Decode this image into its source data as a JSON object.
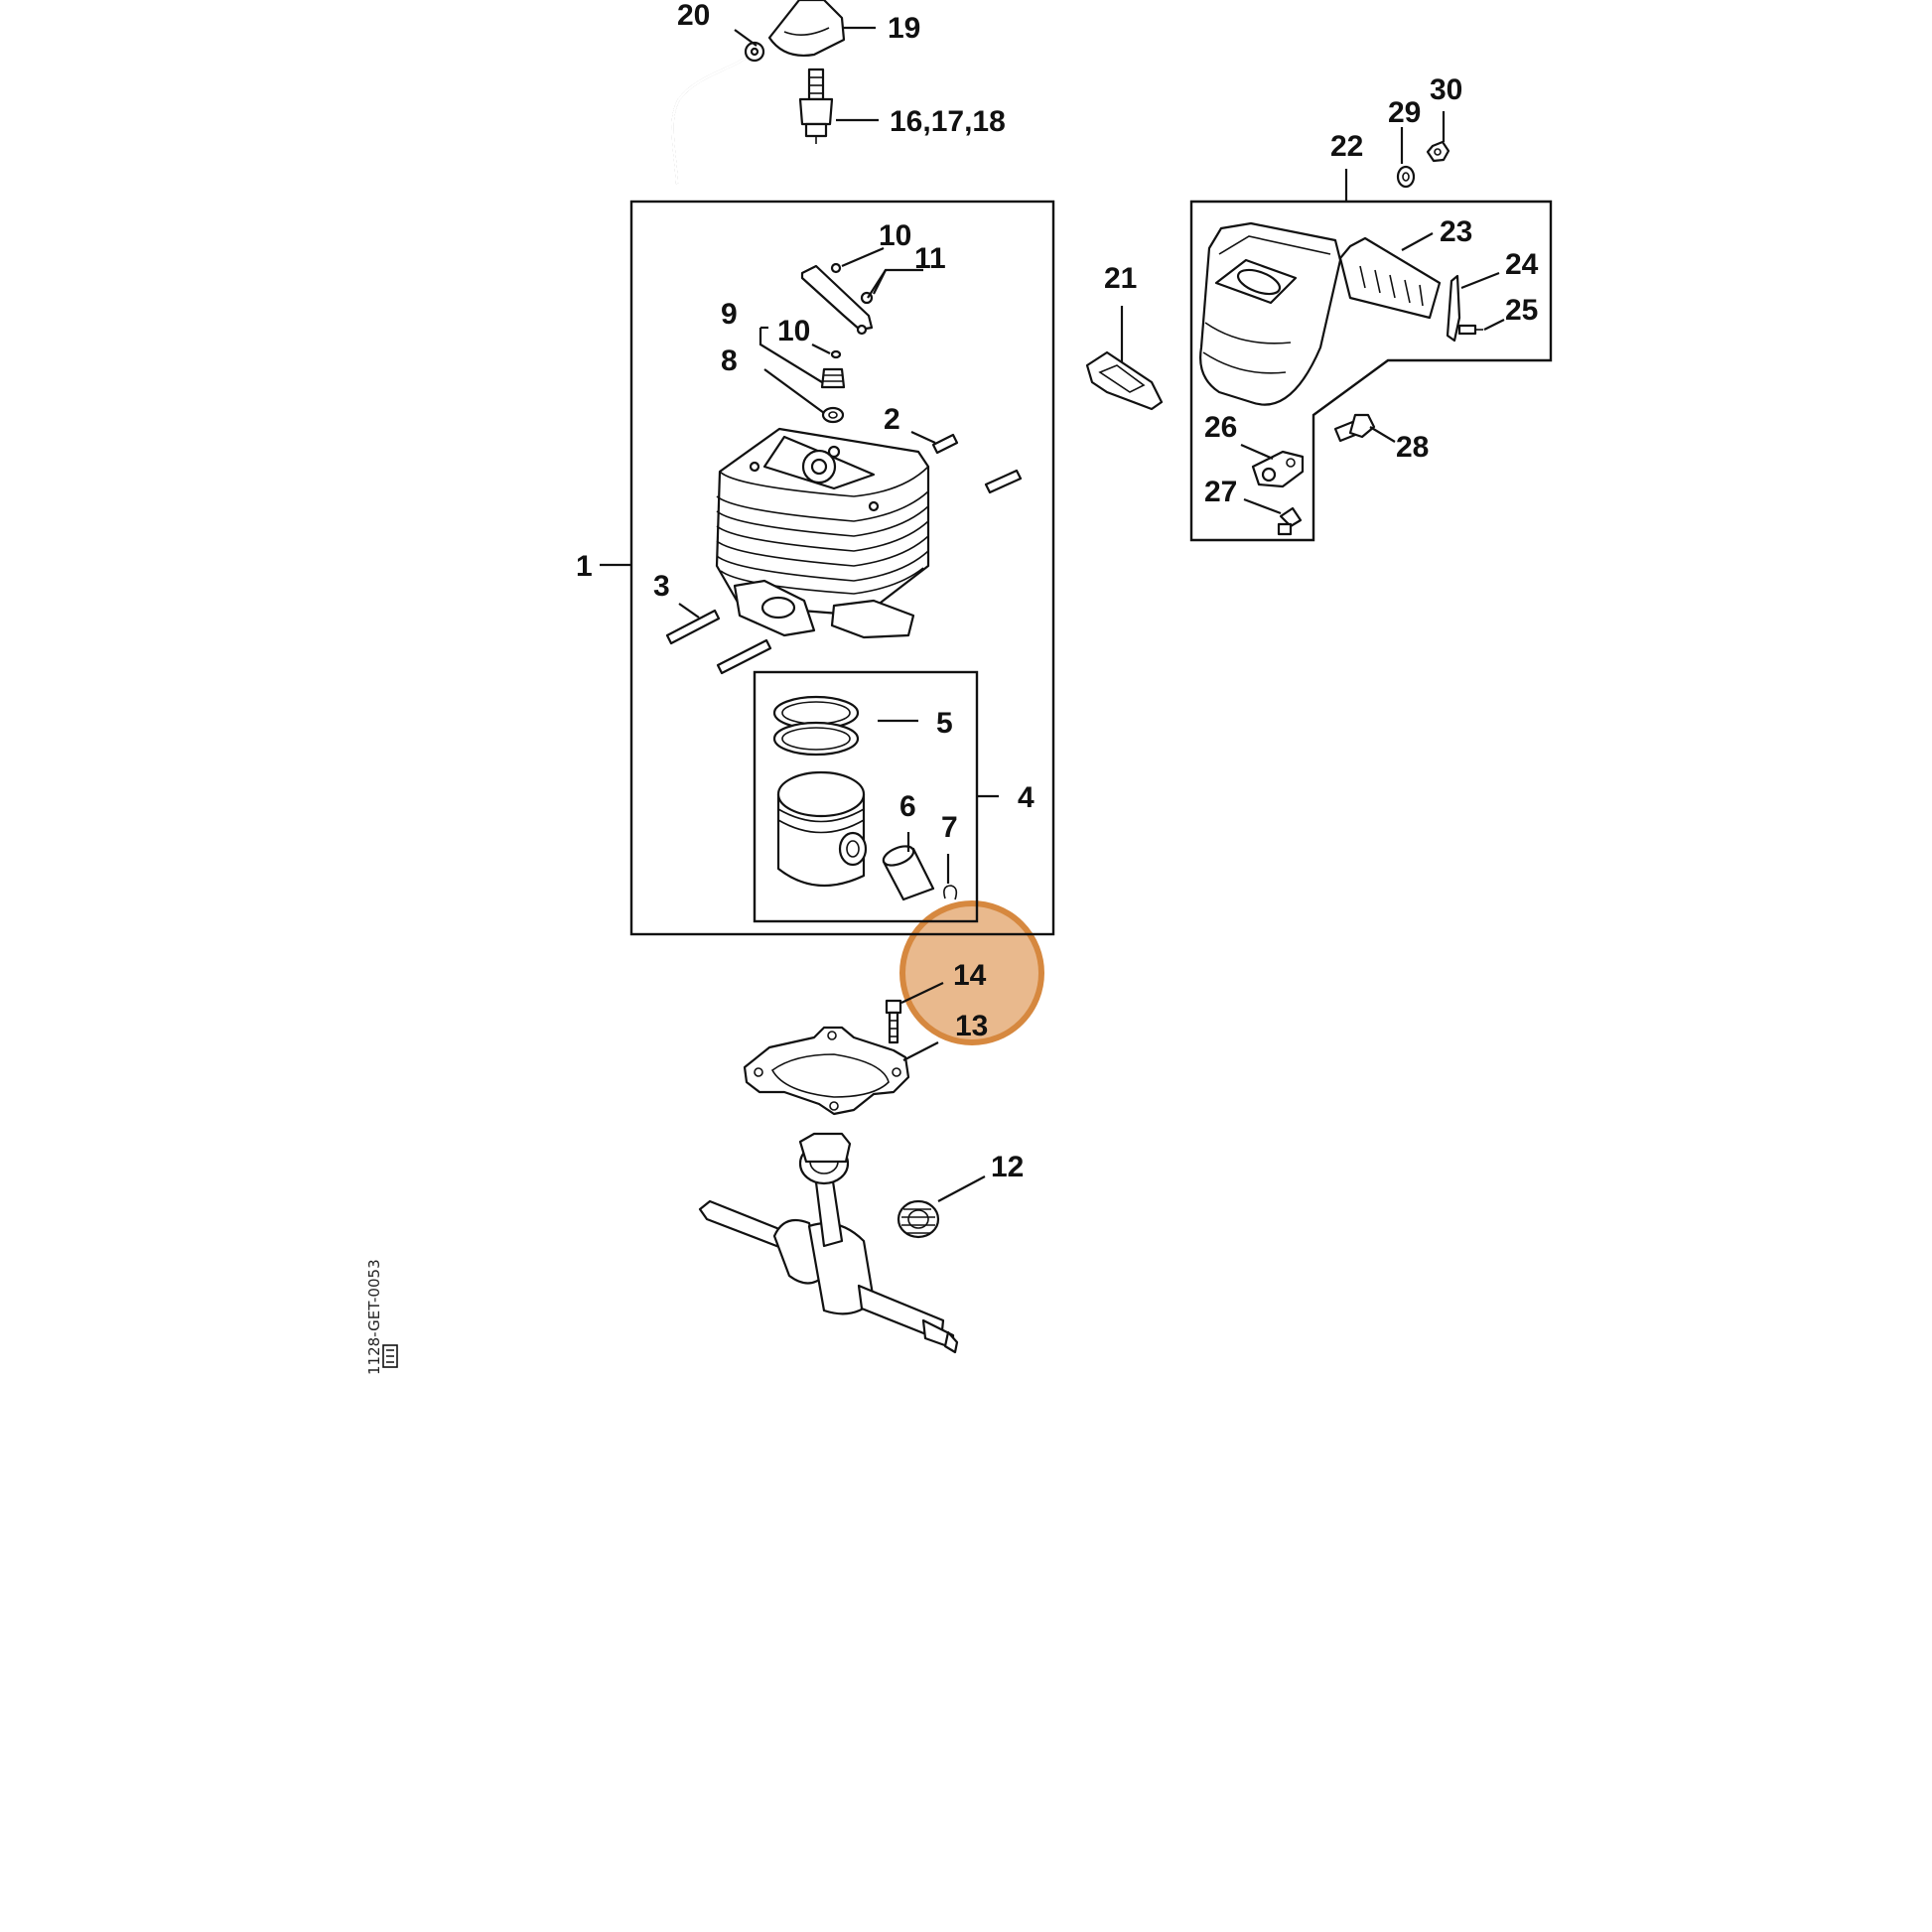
{
  "highlight": {
    "fill": "#e9b98d",
    "stroke": "#d6883f"
  },
  "callouts": {
    "c1": "1",
    "c2": "2",
    "c3": "3",
    "c4": "4",
    "c5": "5",
    "c6": "6",
    "c7": "7",
    "c8": "8",
    "c9": "9",
    "c10a": "10",
    "c10b": "10",
    "c11": "11",
    "c12": "12",
    "c13": "13",
    "c14": "14",
    "c16_18": "16,17,18",
    "c19": "19",
    "c20": "20",
    "c21": "21",
    "c22": "22",
    "c23": "23",
    "c24": "24",
    "c25": "25",
    "c26": "26",
    "c27": "27",
    "c28": "28",
    "c29": "29",
    "c30": "30"
  },
  "drawing_code": "1128-GET-0053"
}
